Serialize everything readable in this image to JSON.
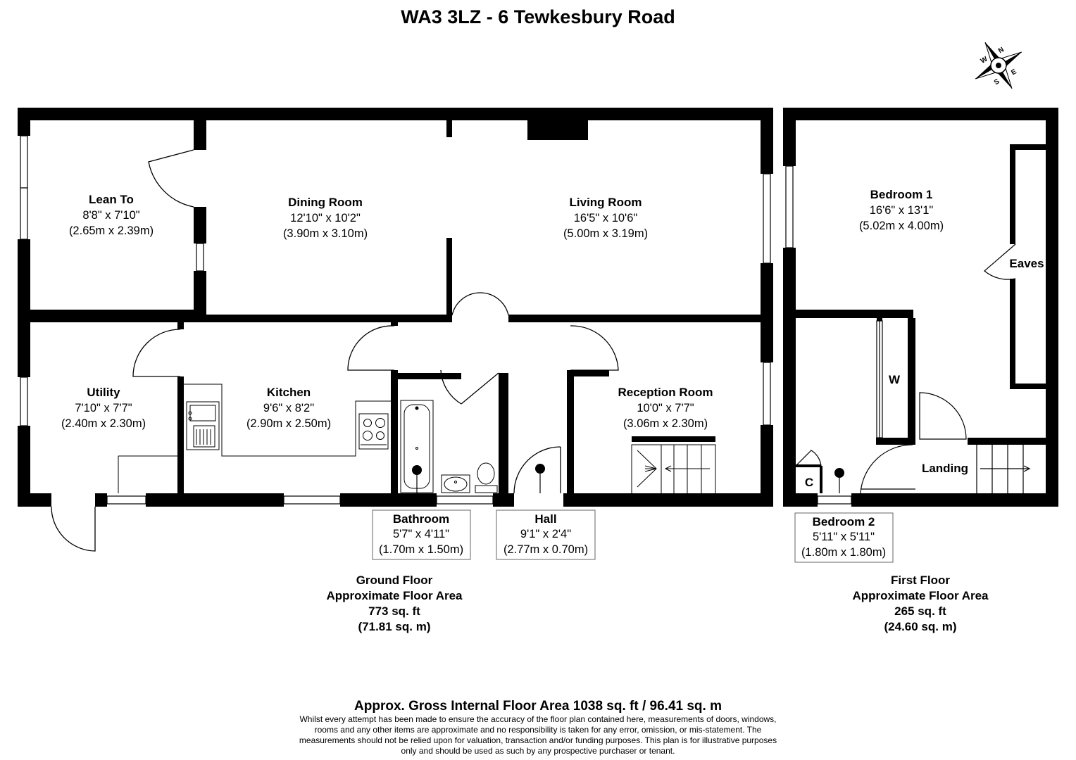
{
  "title": "WA3 3LZ - 6 Tewkesbury Road",
  "compass": {
    "n": "N",
    "e": "E",
    "s": "S",
    "w": "W"
  },
  "rooms": {
    "lean_to": {
      "name": "Lean To",
      "imperial": "8'8\" x 7'10\"",
      "metric": "(2.65m x 2.39m)"
    },
    "dining": {
      "name": "Dining Room",
      "imperial": "12'10\" x 10'2\"",
      "metric": "(3.90m x 3.10m)"
    },
    "living": {
      "name": "Living Room",
      "imperial": "16'5\" x 10'6\"",
      "metric": "(5.00m x 3.19m)"
    },
    "utility": {
      "name": "Utility",
      "imperial": "7'10\" x 7'7\"",
      "metric": "(2.40m x 2.30m)"
    },
    "kitchen": {
      "name": "Kitchen",
      "imperial": "9'6\" x 8'2\"",
      "metric": "(2.90m x 2.50m)"
    },
    "reception": {
      "name": "Reception Room",
      "imperial": "10'0\" x 7'7\"",
      "metric": "(3.06m x 2.30m)"
    },
    "bathroom": {
      "name": "Bathroom",
      "imperial": "5'7\" x 4'11\"",
      "metric": "(1.70m x 1.50m)"
    },
    "hall": {
      "name": "Hall",
      "imperial": "9'1\" x 2'4\"",
      "metric": "(2.77m x 0.70m)"
    },
    "bedroom1": {
      "name": "Bedroom 1",
      "imperial": "16'6\" x 13'1\"",
      "metric": "(5.02m x 4.00m)"
    },
    "bedroom2": {
      "name": "Bedroom 2",
      "imperial": "5'11\" x 5'11\"",
      "metric": "(1.80m x 1.80m)"
    },
    "eaves": {
      "name": "Eaves"
    },
    "wardrobe": {
      "name": "W"
    },
    "landing": {
      "name": "Landing"
    },
    "cupboard": {
      "name": "C"
    }
  },
  "floors": {
    "ground": {
      "line1": "Ground Floor",
      "line2": "Approximate Floor Area",
      "line3": "773 sq. ft",
      "line4": "(71.81 sq. m)"
    },
    "first": {
      "line1": "First Floor",
      "line2": "Approximate Floor Area",
      "line3": "265 sq. ft",
      "line4": "(24.60 sq. m)"
    }
  },
  "gross_area": "Approx. Gross Internal Floor Area 1038 sq. ft / 96.41 sq. m",
  "disclaimer": [
    "Whilst every attempt has been made to ensure the accuracy of the floor plan contained here, measurements of doors, windows,",
    "rooms and any other items are approximate and no responsibility is taken for any error, omission, or mis-statement. The",
    "measurements should not be relied upon for valuation, transaction and/or funding purposes. This plan is for illustrative purposes",
    "only and should be used as such by any prospective purchaser or tenant."
  ]
}
